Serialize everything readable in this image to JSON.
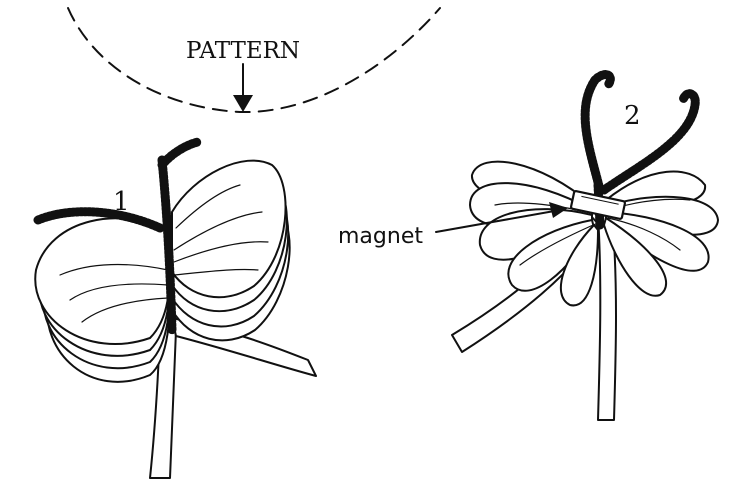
{
  "labels": {
    "pattern": "PATTERN",
    "step1": "1",
    "step2": "2",
    "magnet": "magnet"
  }
}
